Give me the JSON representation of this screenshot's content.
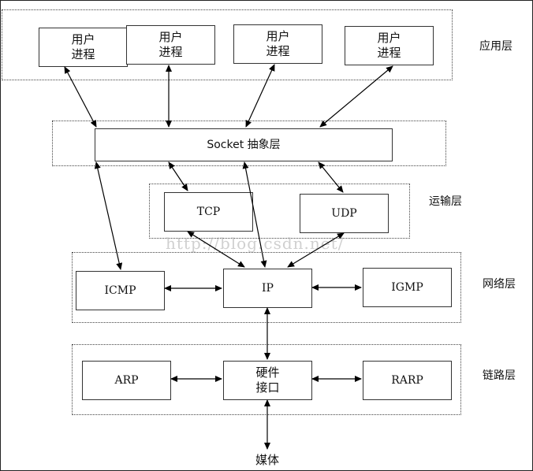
{
  "layers": {
    "application": "应用层",
    "transport": "运输层",
    "network": "网络层",
    "link": "链路层"
  },
  "user_processes": [
    "用户\n进程",
    "用户\n进程",
    "用户\n进程",
    "用户\n进程"
  ],
  "socket": "Socket 抽象层",
  "transport_boxes": {
    "tcp": "TCP",
    "udp": "UDP"
  },
  "network_boxes": {
    "icmp": "ICMP",
    "ip": "IP",
    "igmp": "IGMP"
  },
  "link_boxes": {
    "arp": "ARP",
    "hardware": "硬件\n接口",
    "rarp": "RARP"
  },
  "media": "媒体",
  "watermark": "http://blog.csdn.net/"
}
